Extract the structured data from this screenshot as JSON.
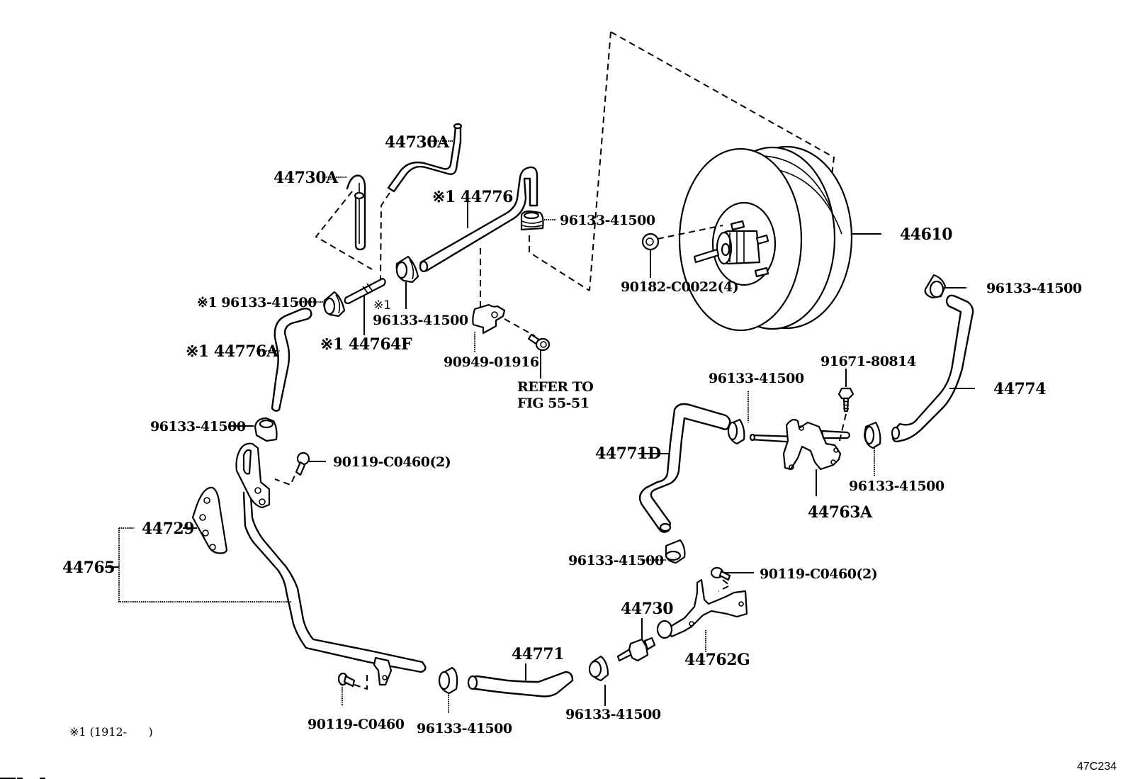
{
  "diagram": {
    "type": "exploded parts diagram",
    "figure_id": "47C234",
    "footnote": "※1 (1912-      )",
    "parts": {
      "p44730A_top": "44730A",
      "p44730A_left": "44730A",
      "p44776": "※1 44776",
      "p96133_top_center": "96133-41500",
      "p96133_upper_left": "※1 96133-41500",
      "p96133_mid_center_mark": "※1",
      "p96133_mid_center": "96133-41500",
      "p44764F": "※1 44764F",
      "p44776A": "※1 44776A",
      "p96133_left": "96133-41500",
      "p90949": "90949-01916",
      "refer_line1": "REFER TO",
      "refer_line2": "FIG 55-51",
      "p90182": "90182-C0022(4)",
      "p44610": "44610",
      "p96133_right_top": "96133-41500",
      "p44774": "44774",
      "p91671": "91671-80814",
      "p96133_bracket_left": "96133-41500",
      "p96133_bracket_right": "96133-41500",
      "p44763A": "44763A",
      "p44771D": "44771D",
      "p96133_lower_center": "96133-41500",
      "p90119_right": "90119-C0460(2)",
      "p44730": "44730",
      "p44762G": "44762G",
      "p96133_bottom_right": "96133-41500",
      "p44771": "44771",
      "p96133_bottom_center": "96133-41500",
      "p90119_bottom": "90119-C0460",
      "p90119_left": "90119-C0460(2)",
      "p44729": "44729",
      "p44765": "44765"
    }
  }
}
